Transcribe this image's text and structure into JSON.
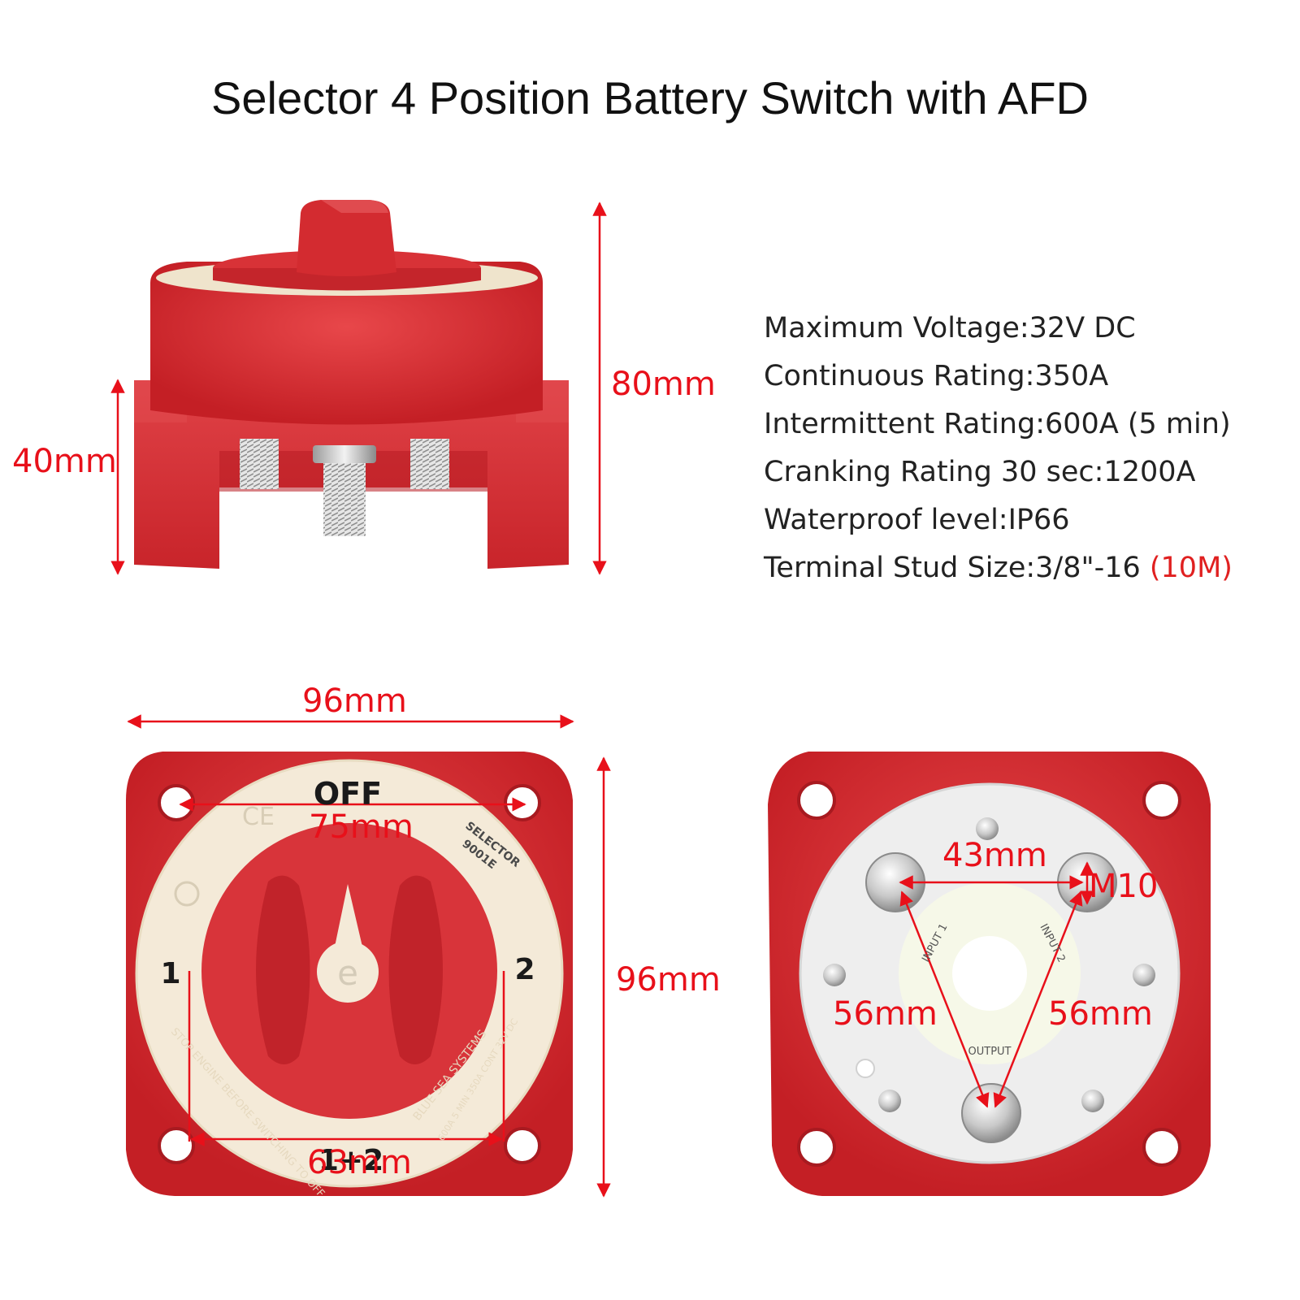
{
  "title": "Selector 4 Position Battery Switch with AFD",
  "specs": [
    {
      "label": "Maximum Voltage:",
      "value": "32V DC"
    },
    {
      "label": "Continuous Rating:",
      "value": "350A"
    },
    {
      "label": "Intermittent Rating:",
      "value": "600A (5 min)"
    },
    {
      "label": "Cranking Rating 30 sec:",
      "value": "1200A"
    },
    {
      "label": "Waterproof level:",
      "value": "IP66"
    },
    {
      "label": "Terminal Stud Size:",
      "value": "3/8\"-16",
      "note": "(10M)"
    }
  ],
  "dimensions": {
    "base_height": "40mm",
    "total_height": "80mm",
    "width_top": "96mm",
    "height_side": "96mm",
    "hole_spacing": "75mm",
    "dial_width": "63mm",
    "stud_spacing": "43mm",
    "stud_size": "M10",
    "left_diagonal": "56mm",
    "right_diagonal": "56mm"
  },
  "dial": {
    "off": "OFF",
    "pos1": "1",
    "pos2": "2",
    "pos12": "1+2",
    "model_line1": "SELECTOR",
    "model_line2": "9001E",
    "brand": "BLUE SEA SYSTEMS",
    "warning": "STOP ENGINE BEFORE SWITCHING TO OFF",
    "rating_text": "600A 5 MIN  350A CONT  32V DC",
    "logo": "e"
  },
  "rear": {
    "input1": "INPUT 1",
    "input2": "INPUT 2",
    "output": "OUTPUT"
  },
  "colors": {
    "switch_red": "#d42a2f",
    "dimension_red": "#e8101a",
    "dial_cream": "#f4ead8"
  }
}
